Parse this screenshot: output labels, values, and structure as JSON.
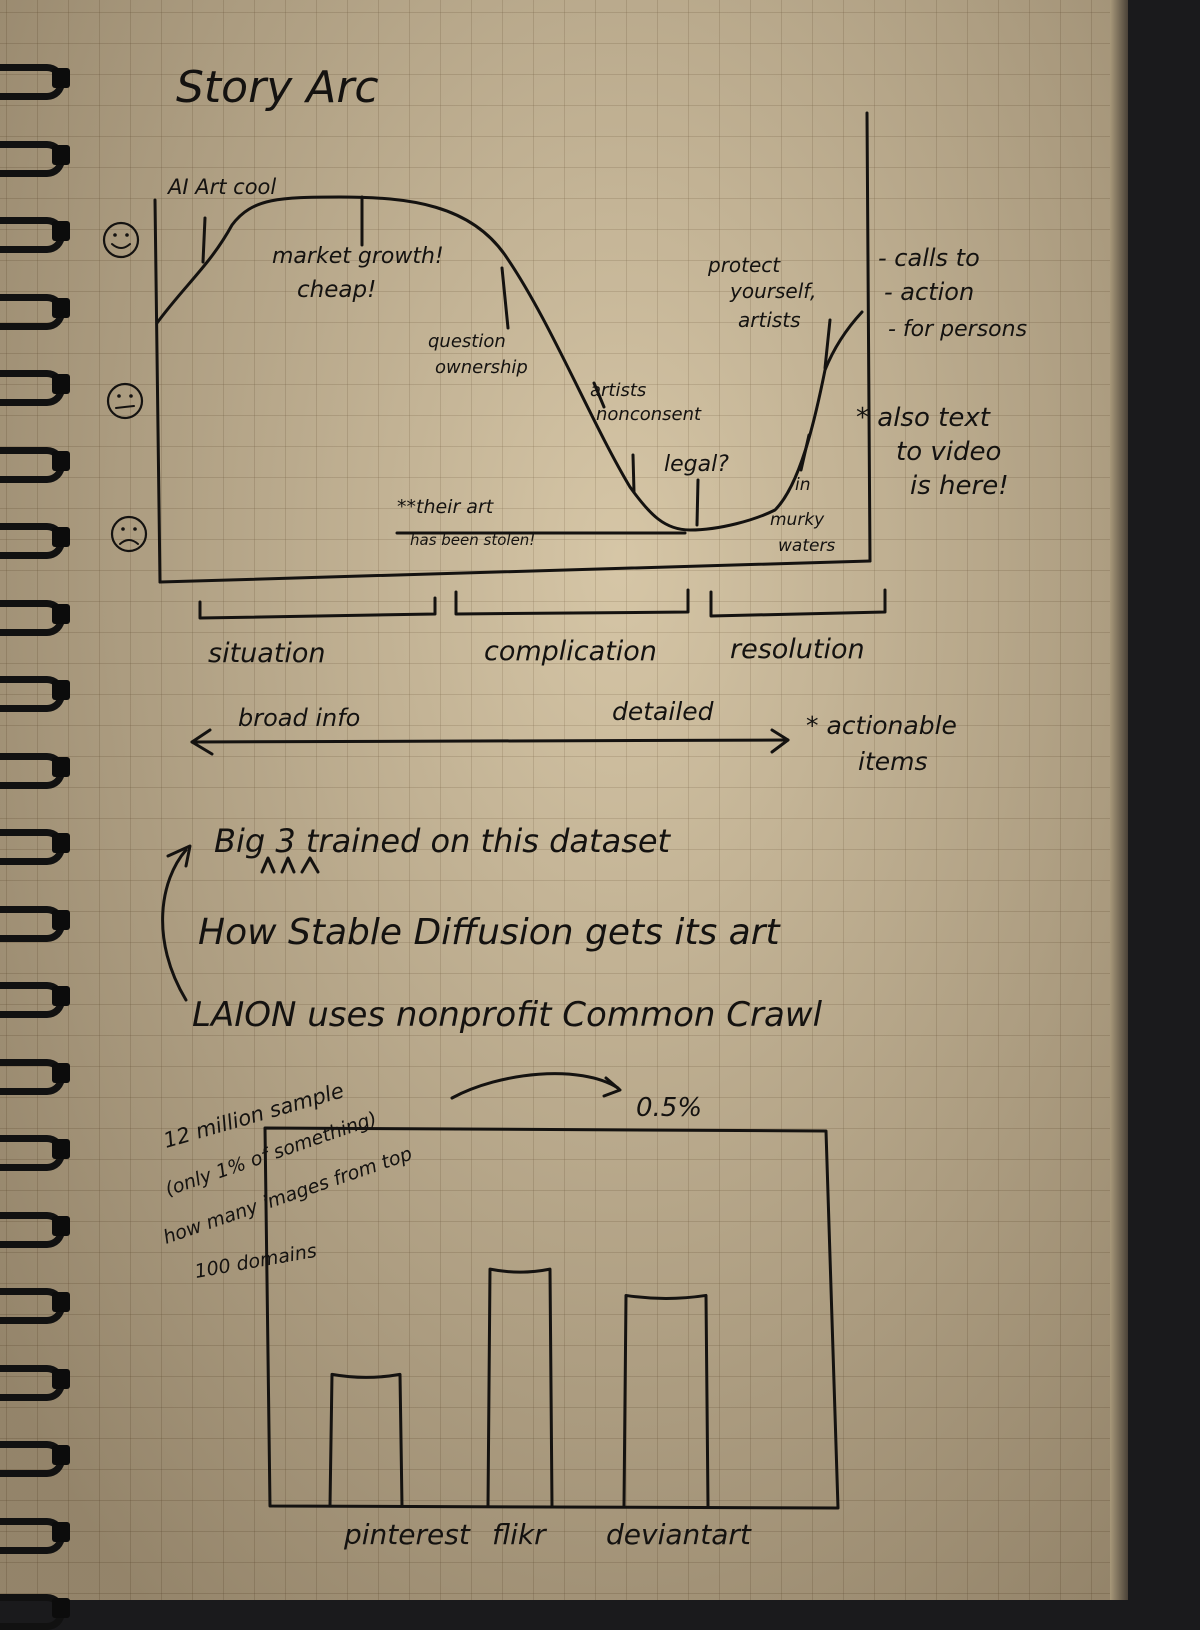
{
  "title": "Story Arc",
  "arc": {
    "labels": {
      "ai_art_cool": "AI Art cool",
      "market_growth": "market growth!",
      "cheap": "cheap!",
      "question_ownership_1": "question",
      "question_ownership_2": "ownership",
      "artists_nonconsent_1": "artists",
      "artists_nonconsent_2": "nonconsent",
      "legal": "legal?",
      "stolen_1": "**their art",
      "stolen_2": "has been stolen!",
      "murky_1": "in",
      "murky_2": "murky",
      "murky_3": "waters",
      "protect_1": "protect",
      "protect_2": "yourself,",
      "protect_3": "artists"
    },
    "side_notes": [
      "- calls to",
      "- action",
      "- for persons"
    ],
    "text_to_video": [
      "* also text",
      "to video",
      "is here!"
    ],
    "sections": [
      "situation",
      "complication",
      "resolution"
    ],
    "scale_left": "broad info",
    "scale_right": "detailed",
    "actionable": [
      "* actionable",
      "items"
    ]
  },
  "notes": {
    "line1": "Big 3 trained on this dataset",
    "line2": "How Stable Diffusion gets its art",
    "line3": "LAION uses nonprofit Common Crawl"
  },
  "bar_notes": {
    "sample": "12 million sample",
    "percent": "0.5%",
    "only": "(only 1% of something)",
    "how_many": "how many images from top",
    "domains": "100 domains"
  },
  "chart_data": {
    "type": "bar",
    "categories": [
      "pinterest",
      "flikr",
      "deviantart"
    ],
    "values": [
      35,
      63,
      56
    ],
    "title": "",
    "xlabel": "",
    "ylabel": "",
    "ylim": [
      0,
      100
    ]
  }
}
